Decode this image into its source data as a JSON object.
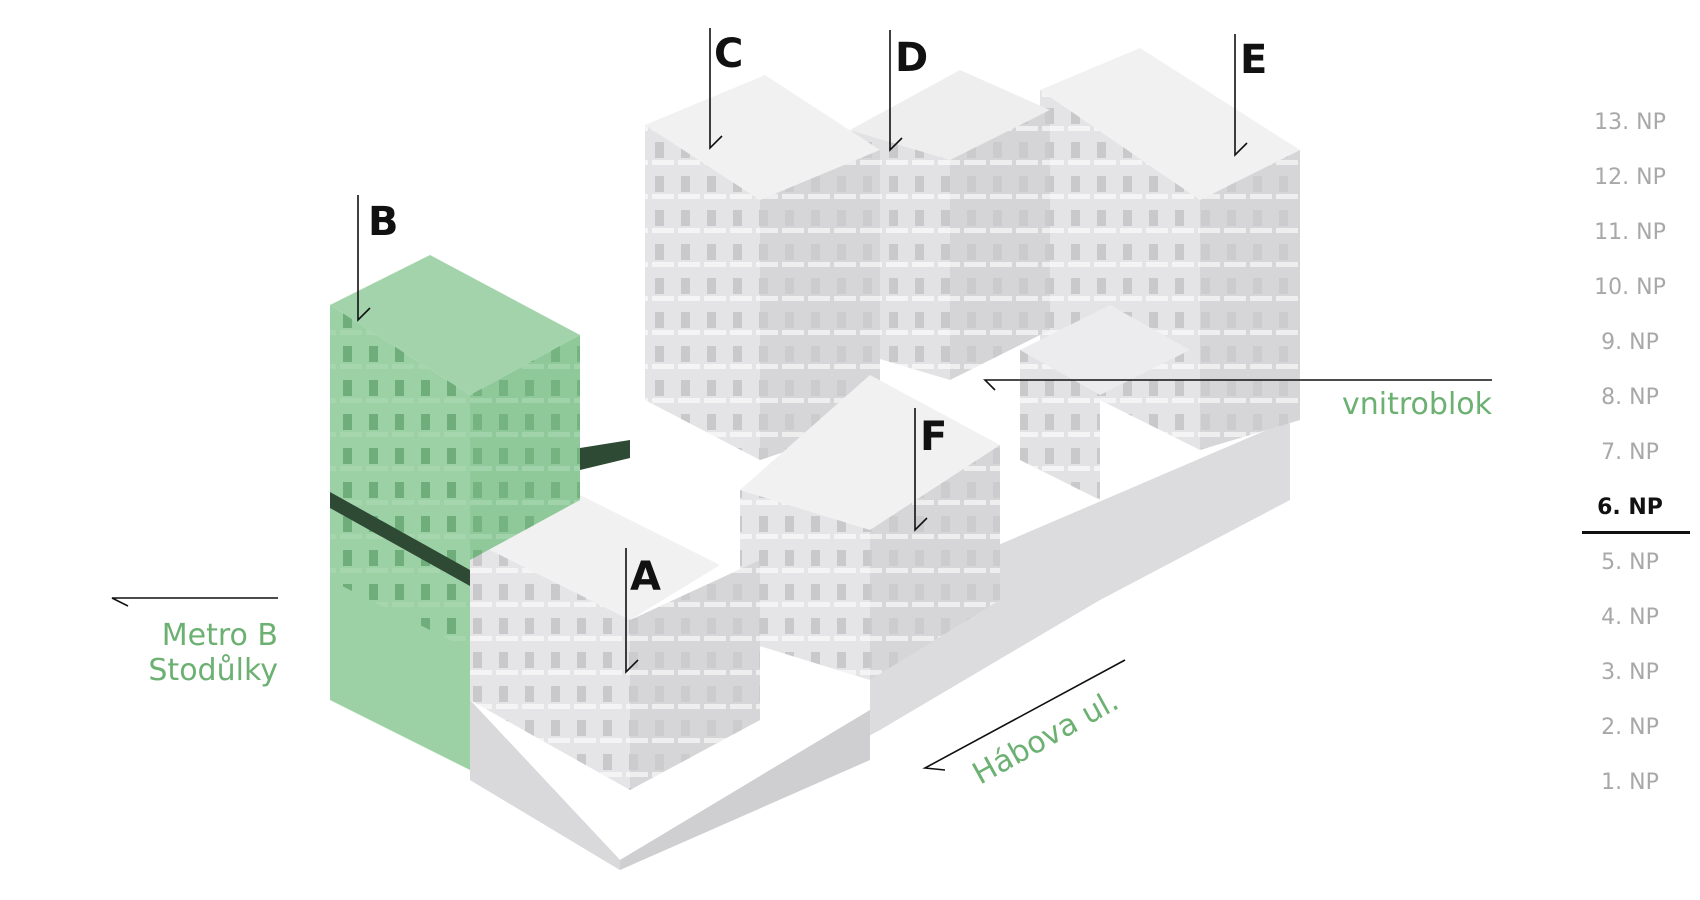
{
  "buildings": [
    {
      "id": "A",
      "label": "A",
      "selected": false
    },
    {
      "id": "B",
      "label": "B",
      "selected": true
    },
    {
      "id": "C",
      "label": "C",
      "selected": false
    },
    {
      "id": "D",
      "label": "D",
      "selected": false
    },
    {
      "id": "E",
      "label": "E",
      "selected": false
    },
    {
      "id": "F",
      "label": "F",
      "selected": false
    }
  ],
  "annotations": {
    "metro_line1": "Metro B",
    "metro_line2": "Stodůlky",
    "street": "Hábova ul.",
    "courtyard": "vnitroblok"
  },
  "floors": {
    "items": [
      "13. NP",
      "12. NP",
      "11. NP",
      "10. NP",
      "9. NP",
      "8. NP",
      "7. NP",
      "6. NP",
      "5. NP",
      "4. NP",
      "3. NP",
      "2. NP",
      "1. NP"
    ],
    "selected_index": 7
  },
  "colors": {
    "building_fill": "#e9e9ea",
    "building_shade": "#d6d6d8",
    "highlight": "#8fc99a",
    "highlight_floor": "#2e4a34",
    "label_green": "#6cb072",
    "inactive_floor": "#a8a8a8"
  }
}
